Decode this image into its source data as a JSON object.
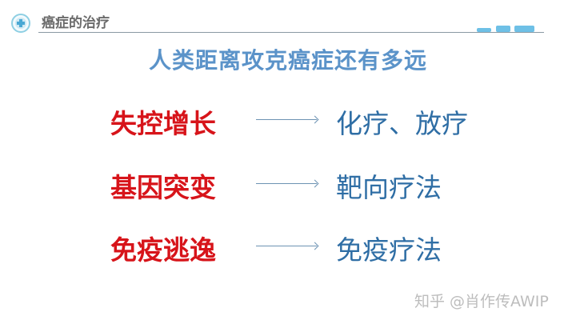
{
  "header": {
    "title": "癌症的治疗",
    "icon": "medical-cross-icon"
  },
  "slide": {
    "title": "人类距离攻克癌症还有多远",
    "rows": [
      {
        "cause": "失控增长",
        "treatment": "化疗、放疗"
      },
      {
        "cause": "基因突变",
        "treatment": "靶向疗法"
      },
      {
        "cause": "免疫逃逸",
        "treatment": "免疫疗法"
      }
    ]
  },
  "colors": {
    "cause": "#d7141a",
    "treatment": "#2f6ea5",
    "title": "#5b93c9",
    "accent": "#6ec0e6"
  },
  "watermark": "知乎 @肖作传AWIP"
}
